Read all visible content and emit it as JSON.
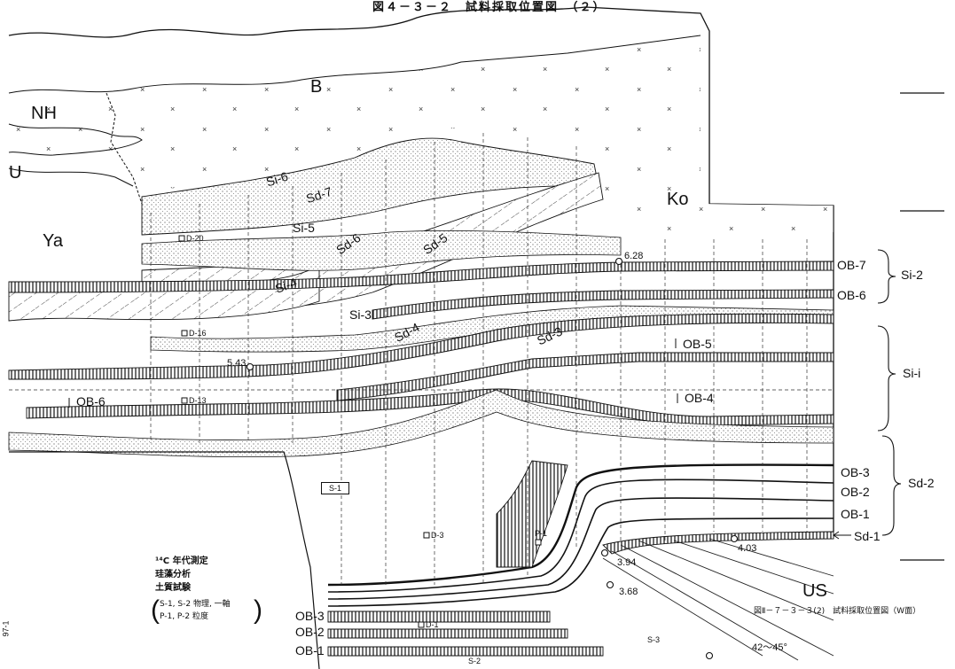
{
  "title": "図４－３－２　試料採取位置図　（２）",
  "zones": {
    "B": "B",
    "NH": "NH",
    "U": "U",
    "Ya": "Ya",
    "Ko": "Ko",
    "US": "US"
  },
  "beds": {
    "si6": "Si-6",
    "sd7": "Sd-7",
    "si5": "Si-5",
    "sd6": "Sd-6",
    "sd5": "Sd-5",
    "si4": "Si-4",
    "si3": "Si-3",
    "sd4": "Sd-4",
    "sd3": "Sd-3"
  },
  "ob_left": {
    "ob6": "OB-6",
    "ob3": "OB-3",
    "ob2": "OB-2",
    "ob1": "OB-1"
  },
  "ob_mid": {
    "ob5": "OB-5",
    "ob4": "OB-4"
  },
  "ob_right": {
    "ob7": "OB-7",
    "ob6": "OB-6",
    "ob3": "OB-3",
    "ob2": "OB-2",
    "ob1": "OB-1",
    "sd1": "Sd-1"
  },
  "units": {
    "si2": "Si-2",
    "si1": "Si-i",
    "sd2": "Sd-2"
  },
  "samples": {
    "d20": "D-20",
    "d16": "D-16",
    "d13": "D-13",
    "d3": "D-3",
    "d1": "D-1",
    "p1": "P-1",
    "s1": "S-1",
    "s2": "S-2",
    "s3": "S-3"
  },
  "values": {
    "v628": "6.28",
    "v543": "5.43",
    "v403": "4.03",
    "v394": "3.94",
    "v368": "3.68",
    "dip": "42～45°"
  },
  "legend": {
    "c14": "¹⁴C 年代測定",
    "diatom": "珪藻分析",
    "soil": "土質試験",
    "note1": "S-1, S-2 物理, 一軸",
    "note2": "P-1, P-2 粒度"
  },
  "caption": "図Ⅱ－７－３－３(2)　試料採取位置図（W面）",
  "page_mark": "97-1"
}
